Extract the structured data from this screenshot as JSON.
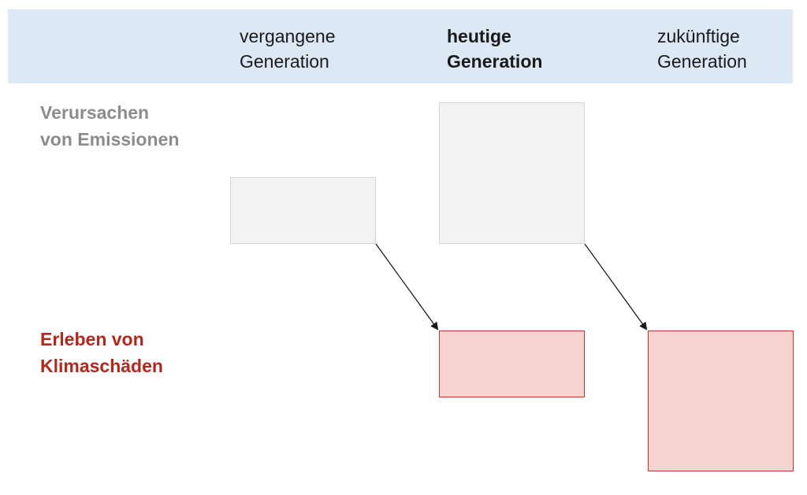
{
  "columns": {
    "past": {
      "line1": "vergangene",
      "line2": "Generation"
    },
    "present": {
      "line1": "heutige",
      "line2": "Generation"
    },
    "future": {
      "line1": "zukünftige",
      "line2": "Generation"
    }
  },
  "rows": {
    "emissions": {
      "line1": "Verursachen",
      "line2": "von Emissionen",
      "color": "#8c8c8c"
    },
    "damage": {
      "line1": "Erleben von",
      "line2": "Klimaschäden",
      "color": "#b5271b"
    }
  },
  "colors": {
    "header_band": "#dde8f5",
    "emission_fill": "#f2f2f2",
    "damage_fill": "#f8d2d0",
    "damage_border": "#c0392b",
    "arrow": "#1a1a1a"
  }
}
